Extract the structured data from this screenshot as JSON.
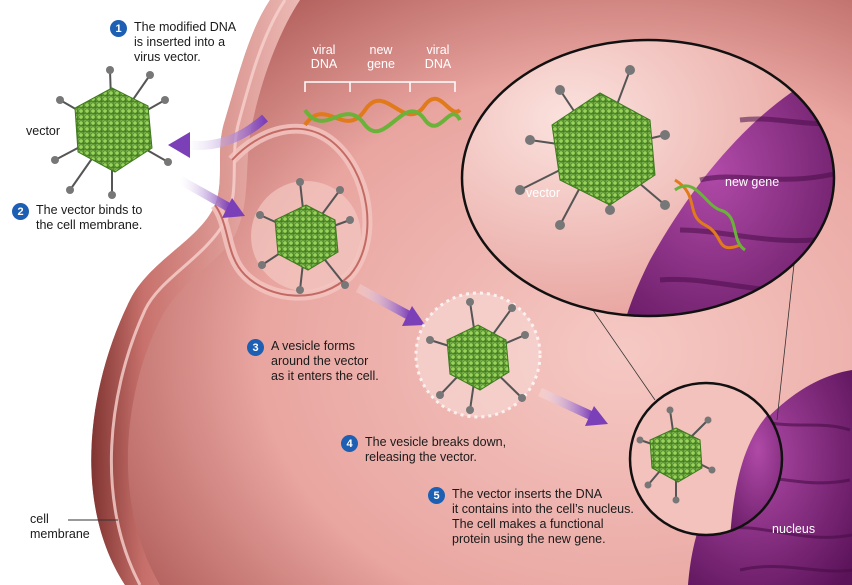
{
  "steps": [
    {
      "num": "1",
      "text": "The modified DNA\nis inserted into a\nvirus vector."
    },
    {
      "num": "2",
      "text": "The vector binds to\nthe cell membrane."
    },
    {
      "num": "3",
      "text": "A vesicle forms\naround the vector\nas it enters the cell."
    },
    {
      "num": "4",
      "text": "The vesicle breaks down,\nreleasing the vector."
    },
    {
      "num": "5",
      "text": "The vector inserts the DNA\nit contains into the cell’s nucleus.\nThe cell makes a functional\nprotein using the new gene."
    }
  ],
  "dna_labels": {
    "viral_left": "viral\nDNA",
    "new_gene": "new\ngene",
    "viral_right": "viral\nDNA"
  },
  "labels": {
    "vector_outside": "vector",
    "vector_inset": "vector",
    "new_gene_inset": "new gene",
    "cell_membrane": "cell\nmembrane",
    "nucleus": "nucleus"
  },
  "colors": {
    "badge": "#1d5fb3",
    "cytoplasm": "#e9a8a4",
    "membrane": "#d9847f",
    "nucleus": "#8a2a86",
    "virus": "#7cc142",
    "arrow": "#8b4fc0"
  }
}
